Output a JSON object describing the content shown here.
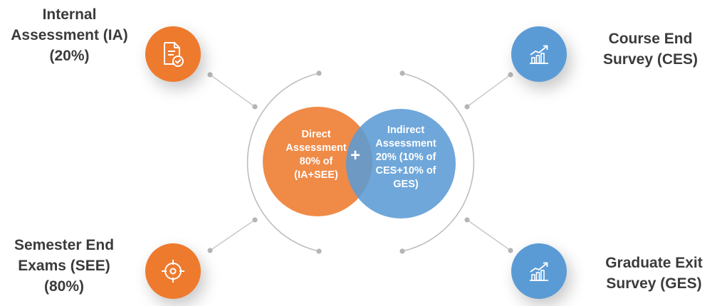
{
  "nodes": {
    "internal_assessment": {
      "lines": [
        "Internal",
        "Assessment (IA)",
        "(20%)"
      ],
      "icon": "document-check-icon",
      "color": "#ee7a2e"
    },
    "semester_end_exams": {
      "lines": [
        "Semester End",
        "Exams (SEE)",
        "(80%)"
      ],
      "icon": "target-icon",
      "color": "#ee7a2e"
    },
    "course_end_survey": {
      "lines": [
        "Course End",
        "Survey (CES)"
      ],
      "icon": "growth-chart-icon",
      "color": "#5b9bd5"
    },
    "graduate_exit_survey": {
      "lines": [
        "Graduate Exit",
        "Survey (GES)"
      ],
      "icon": "growth-chart-icon",
      "color": "#5b9bd5"
    }
  },
  "center": {
    "direct": {
      "lines": [
        "Direct",
        "Assessment",
        "80% of",
        "(IA+SEE)"
      ],
      "color": "#ee7a2e"
    },
    "indirect": {
      "lines": [
        "Indirect",
        "Assessment",
        "20% (10% of",
        "CES+10% of",
        "GES)"
      ],
      "color": "#5b9bd5"
    },
    "plus": "+"
  }
}
